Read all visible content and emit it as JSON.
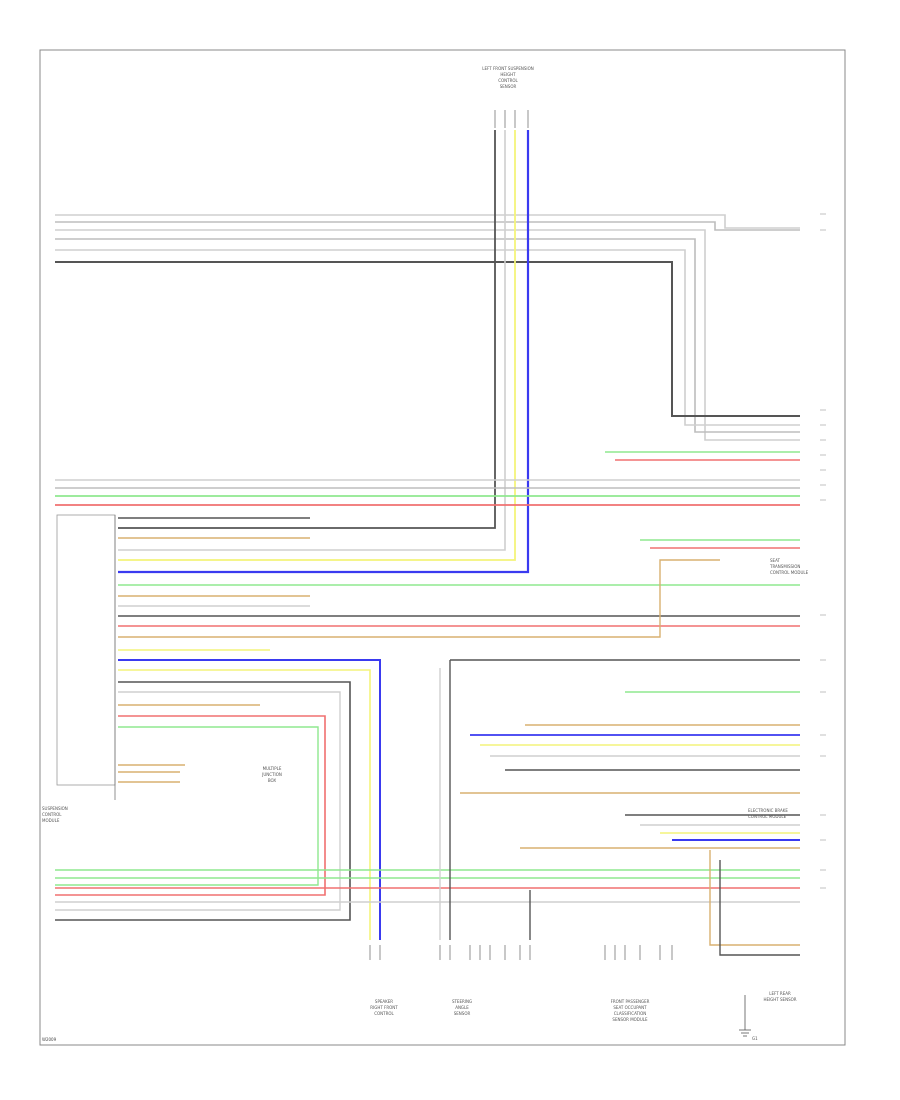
{
  "colors": {
    "black": "#555555",
    "gray": "#bdbdbd",
    "yellow": "#f4f47a",
    "blue": "#3a3af0",
    "green": "#8fe88f",
    "red": "#f07070",
    "tan": "#d8b070"
  },
  "labels": {
    "top_component": [
      "LEFT FRONT SUSPENSION",
      "HEIGHT",
      "CONTROL",
      "SENSOR"
    ],
    "left_component": [
      "SUSPENSION",
      "CONTROL",
      "MODULE"
    ],
    "comp_a": [
      "SPEAKER",
      "RIGHT FRONT",
      "CONTROL"
    ],
    "comp_b": [
      "STEERING",
      "ANGLE",
      "SENSOR"
    ],
    "comp_c": [
      "FRONT PASSENGER",
      "SEAT OCCUPANT",
      "CLASSIFICATION",
      "SENSOR MODULE"
    ],
    "comp_d": [
      "MULTIPLE",
      "JUNCTION",
      "BOX"
    ],
    "comp_e": [
      "LEFT REAR",
      "HEIGHT SENSOR"
    ],
    "right_mid": [
      "SEAT",
      "TRANSMISSION",
      "CONTROL MODULE"
    ],
    "right_lower": [
      "ELECTRONIC BRAKE",
      "CONTROL MODULE"
    ],
    "ground_mark": "G1",
    "footer_code": "W2009"
  }
}
